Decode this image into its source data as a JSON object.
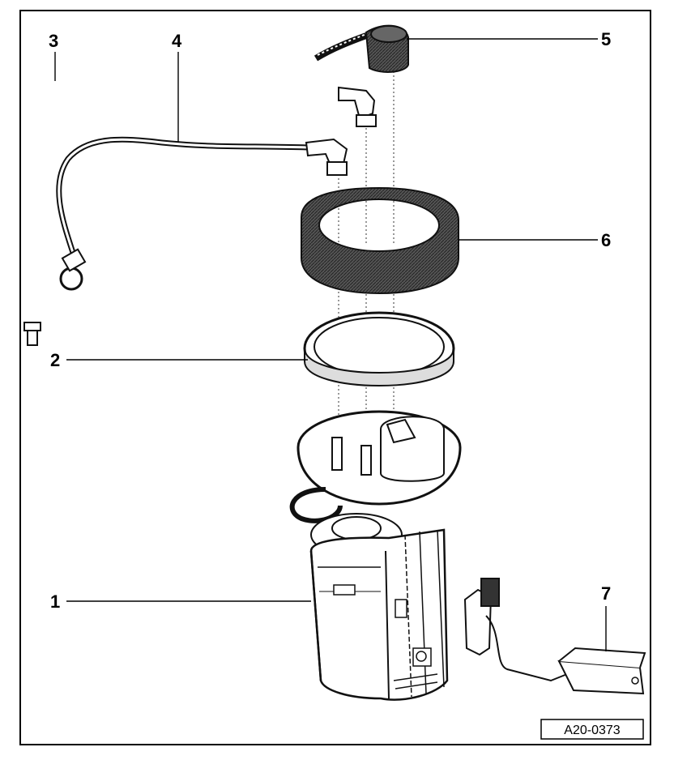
{
  "callouts": {
    "c1": "1",
    "c2": "2",
    "c3": "3",
    "c4": "4",
    "c5": "5",
    "c6": "6",
    "c7": "7"
  },
  "reference_code": "A20-0373"
}
